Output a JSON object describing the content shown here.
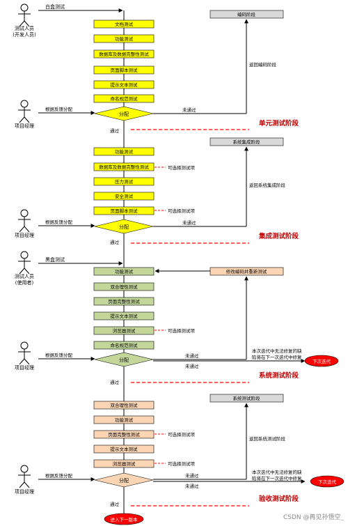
{
  "colors": {
    "stage1_box": "#ffff00",
    "stage2_box": "#ffff00",
    "stage3_box": "#c4d79b",
    "stage4_box": "#fcd5b4",
    "code_box": "#d9d9d9",
    "fix_box": "#fcd5b4",
    "next_iter": "#ff0000",
    "release": "#ff0000",
    "stage_label": "#c00000",
    "dash": "#ff0000"
  },
  "actors": [
    {
      "line1": "测试人员",
      "line2": "(开发人员)"
    },
    {
      "line1": "项目经理",
      "line2": ""
    },
    {
      "line1": "项目经理",
      "line2": ""
    },
    {
      "line1": "测试人员",
      "line2": "(使用者)"
    },
    {
      "line1": "项目经理",
      "line2": ""
    },
    {
      "line1": "项目经理",
      "line2": ""
    }
  ],
  "stage1": {
    "start": "白盒测试",
    "boxes": [
      "文档测试",
      "功能测试",
      "数据库及数据完整性测试",
      "页面脚本测试",
      "提示文本测试",
      "命名规范测试"
    ],
    "code_box": "编码阶段",
    "back": "返回编码阶段",
    "feedback": "根据反馈分配",
    "decision": "分配",
    "fail": "未通过",
    "pass": "通过",
    "title": "单元测试阶段"
  },
  "stage2": {
    "boxes": [
      "功能测试",
      "数据库及数据完整性测试",
      "压力测试",
      "安全测试",
      "页面脚本测试"
    ],
    "optional": [
      "可选择测试项",
      "可选择测试项"
    ],
    "code_box": "系统集成阶段",
    "back": "返回系统集成阶段",
    "feedback": "根据反馈分配",
    "decision": "分配",
    "fail": "未通过",
    "pass": "通过",
    "title": "集成测试阶段"
  },
  "stage3": {
    "start": "黑盒测试",
    "boxes": [
      "功能测试",
      "双合理性测试",
      "页面完整性测试",
      "提示文本测试",
      "浏览器测试",
      "命名规范测试"
    ],
    "optional": [
      "可选择测试项"
    ],
    "fix_box": "修改编码并重新测试",
    "feedback": "根据反馈分配",
    "decision": "分配",
    "fail": "未通过",
    "note1": "本次迭代中无法修复的缺",
    "note2": "陷将在下一次迭代中修复",
    "next_iter": "下次迭代",
    "pass": "通过",
    "title": "系统测试阶段"
  },
  "stage4": {
    "boxes": [
      "双合理性测试",
      "功能测试",
      "页面完整性测试",
      "提示文本测试",
      "浏览器测试"
    ],
    "optional": [
      "可选择测试项",
      "可选择测试项"
    ],
    "code_box": "系统测试阶段",
    "back": "返回系统测试阶段",
    "feedback": "根据反馈分配",
    "decision": "分配",
    "fail": "未通过",
    "note1": "本次迭代中无法修复的缺",
    "note2": "陷将在下一次迭代中修复",
    "next_iter": "下次迭代",
    "pass": "通过",
    "release": "进入下一版本",
    "title": "验收测试阶段"
  },
  "watermark": "CSDN @再见孙悟空_"
}
